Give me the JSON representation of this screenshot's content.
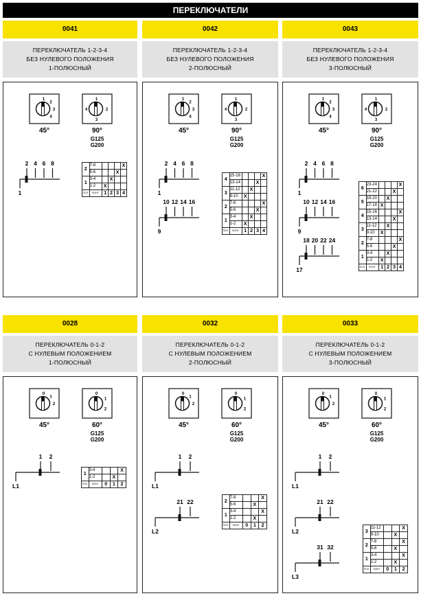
{
  "title": "ПЕРЕКЛЮЧАТЕЛИ",
  "table_mark": "X",
  "panels": [
    {
      "code": "0041",
      "desc": [
        "ПЕРЕКЛЮЧАТЕЛЬ 1-2-3-4",
        "БЕЗ НУЛЕВОГО ПОЛОЖЕНИЯ",
        "1-ПОЛЮСНЫЙ"
      ],
      "dials": [
        {
          "angle": "45°",
          "step": 45,
          "positions": [
            "1",
            "2",
            "3",
            "4"
          ],
          "models": []
        },
        {
          "angle": "90°",
          "step": 90,
          "positions": [
            "1",
            "2",
            "3",
            "4"
          ],
          "models": [
            "G125",
            "G200"
          ]
        }
      ],
      "circuits": [
        {
          "input": "1",
          "outputs": [
            "2",
            "4",
            "6",
            "8"
          ]
        }
      ],
      "table": {
        "footer": [
          "ПОЗ.",
          "КОНТ.",
          "1",
          "2",
          "3",
          "4"
        ],
        "groups": [
          {
            "label": "2",
            "rows": [
              {
                "contacts": "7-8",
                "on": 4
              },
              {
                "contacts": "5-6",
                "on": 3
              }
            ]
          },
          {
            "label": "1",
            "rows": [
              {
                "contacts": "3-4",
                "on": 2
              },
              {
                "contacts": "1-2",
                "on": 1
              }
            ]
          }
        ]
      }
    },
    {
      "code": "0042",
      "desc": [
        "ПЕРЕКЛЮЧАТЕЛЬ 1-2-3-4",
        "БЕЗ НУЛЕВОГО ПОЛОЖЕНИЯ",
        "2-ПОЛЮСНЫЙ"
      ],
      "dials": [
        {
          "angle": "45°",
          "step": 45,
          "positions": [
            "1",
            "2",
            "3",
            "4"
          ],
          "models": []
        },
        {
          "angle": "90°",
          "step": 90,
          "positions": [
            "1",
            "2",
            "3",
            "4"
          ],
          "models": [
            "G125",
            "G200"
          ]
        }
      ],
      "circuits": [
        {
          "input": "1",
          "outputs": [
            "2",
            "4",
            "6",
            "8"
          ]
        },
        {
          "input": "9",
          "outputs": [
            "10",
            "12",
            "14",
            "16"
          ]
        }
      ],
      "table": {
        "footer": [
          "ПОЗ.",
          "КОНТ.",
          "1",
          "2",
          "3",
          "4"
        ],
        "groups": [
          {
            "label": "4",
            "rows": [
              {
                "contacts": "15-16",
                "on": 4
              },
              {
                "contacts": "13-14",
                "on": 3
              }
            ]
          },
          {
            "label": "3",
            "rows": [
              {
                "contacts": "11-12",
                "on": 2
              },
              {
                "contacts": "9-10",
                "on": 1
              }
            ]
          },
          {
            "label": "2",
            "rows": [
              {
                "contacts": "7-8",
                "on": 4
              },
              {
                "contacts": "5-6",
                "on": 3
              }
            ]
          },
          {
            "label": "1",
            "rows": [
              {
                "contacts": "3-4",
                "on": 2
              },
              {
                "contacts": "1-2",
                "on": 1
              }
            ]
          }
        ]
      }
    },
    {
      "code": "0043",
      "desc": [
        "ПЕРЕКЛЮЧАТЕЛЬ 1-2-3-4",
        "БЕЗ НУЛЕВОГО ПОЛОЖЕНИЯ",
        "3-ПОЛЮСНЫЙ"
      ],
      "dials": [
        {
          "angle": "45°",
          "step": 45,
          "positions": [
            "1",
            "2",
            "3",
            "4"
          ],
          "models": []
        },
        {
          "angle": "90°",
          "step": 90,
          "positions": [
            "1",
            "2",
            "3",
            "4"
          ],
          "models": [
            "G125",
            "G200"
          ]
        }
      ],
      "circuits": [
        {
          "input": "1",
          "outputs": [
            "2",
            "4",
            "6",
            "8"
          ]
        },
        {
          "input": "9",
          "outputs": [
            "10",
            "12",
            "14",
            "16"
          ]
        },
        {
          "input": "17",
          "outputs": [
            "18",
            "20",
            "22",
            "24"
          ]
        }
      ],
      "table": {
        "footer": [
          "ПОЗ.",
          "КОНТ.",
          "1",
          "2",
          "3",
          "4"
        ],
        "groups": [
          {
            "label": "6",
            "rows": [
              {
                "contacts": "23-24",
                "on": 4
              },
              {
                "contacts": "21-22",
                "on": 3
              }
            ]
          },
          {
            "label": "5",
            "rows": [
              {
                "contacts": "19-20",
                "on": 2
              },
              {
                "contacts": "17-18",
                "on": 1
              }
            ]
          },
          {
            "label": "4",
            "rows": [
              {
                "contacts": "15-16",
                "on": 4
              },
              {
                "contacts": "13-14",
                "on": 3
              }
            ]
          },
          {
            "label": "3",
            "rows": [
              {
                "contacts": "11-12",
                "on": 2
              },
              {
                "contacts": "9-10",
                "on": 1
              }
            ]
          },
          {
            "label": "2",
            "rows": [
              {
                "contacts": "7-8",
                "on": 4
              },
              {
                "contacts": "5-6",
                "on": 3
              }
            ]
          },
          {
            "label": "1",
            "rows": [
              {
                "contacts": "3-4",
                "on": 2
              },
              {
                "contacts": "1-2",
                "on": 1
              }
            ]
          }
        ]
      }
    },
    {
      "code": "0028",
      "desc": [
        "ПЕРЕКЛЮЧАТЕЛЬ 0-1-2",
        "С НУЛЕВЫМ ПОЛОЖЕНИЕМ",
        "1-ПОЛЮСНЫЙ"
      ],
      "dials": [
        {
          "angle": "45°",
          "step": 45,
          "positions": [
            "0",
            "1",
            "2"
          ],
          "models": []
        },
        {
          "angle": "60°",
          "step": 60,
          "positions": [
            "0",
            "1",
            "2"
          ],
          "models": [
            "G125",
            "G200"
          ]
        }
      ],
      "circuits": [
        {
          "input": "L1",
          "outputs": [
            "1",
            "2"
          ]
        }
      ],
      "table": {
        "footer": [
          "ПОЗ.",
          "КОНТ.",
          "0",
          "1",
          "2"
        ],
        "groups": [
          {
            "label": "1",
            "rows": [
              {
                "contacts": "3-4",
                "on": 3
              },
              {
                "contacts": "1-2",
                "on": 2
              }
            ]
          }
        ]
      }
    },
    {
      "code": "0032",
      "desc": [
        "ПЕРЕКЛЮЧАТЕЛЬ 0-1-2",
        "С НУЛЕВЫМ ПОЛОЖЕНИЕМ",
        "2-ПОЛЮСНЫЙ"
      ],
      "dials": [
        {
          "angle": "45°",
          "step": 45,
          "positions": [
            "0",
            "1",
            "2"
          ],
          "models": []
        },
        {
          "angle": "60°",
          "step": 60,
          "positions": [
            "0",
            "1",
            "2"
          ],
          "models": [
            "G125",
            "G200"
          ]
        }
      ],
      "circuits": [
        {
          "input": "L1",
          "outputs": [
            "1",
            "2"
          ]
        },
        {
          "input": "L2",
          "outputs": [
            "21",
            "22"
          ]
        }
      ],
      "table": {
        "footer": [
          "ПОЗ.",
          "КОНТ.",
          "0",
          "1",
          "2"
        ],
        "groups": [
          {
            "label": "2",
            "rows": [
              {
                "contacts": "7-8",
                "on": 3
              },
              {
                "contacts": "5-6",
                "on": 2
              }
            ]
          },
          {
            "label": "1",
            "rows": [
              {
                "contacts": "3-4",
                "on": 3
              },
              {
                "contacts": "1-2",
                "on": 2
              }
            ]
          }
        ]
      }
    },
    {
      "code": "0033",
      "desc": [
        "ПЕРЕКЛЮЧАТЕЛЬ 0-1-2",
        "С НУЛЕВЫМ ПОЛОЖЕНИЕМ",
        "3-ПОЛЮСНЫЙ"
      ],
      "dials": [
        {
          "angle": "45°",
          "step": 45,
          "positions": [
            "0",
            "1",
            "2"
          ],
          "models": []
        },
        {
          "angle": "60°",
          "step": 60,
          "positions": [
            "0",
            "1",
            "2"
          ],
          "models": [
            "G125",
            "G200"
          ]
        }
      ],
      "circuits": [
        {
          "input": "L1",
          "outputs": [
            "1",
            "2"
          ]
        },
        {
          "input": "L2",
          "outputs": [
            "21",
            "22"
          ]
        },
        {
          "input": "L3",
          "outputs": [
            "31",
            "32"
          ]
        }
      ],
      "table": {
        "footer": [
          "ПОЗ.",
          "КОНТ.",
          "0",
          "1",
          "2"
        ],
        "groups": [
          {
            "label": "3",
            "rows": [
              {
                "contacts": "11-12",
                "on": 3
              },
              {
                "contacts": "9-10",
                "on": 2
              }
            ]
          },
          {
            "label": "2",
            "rows": [
              {
                "contacts": "7-8",
                "on": 3
              },
              {
                "contacts": "5-6",
                "on": 2
              }
            ]
          },
          {
            "label": "1",
            "rows": [
              {
                "contacts": "3-4",
                "on": 3
              },
              {
                "contacts": "1-2",
                "on": 2
              }
            ]
          }
        ]
      }
    }
  ]
}
